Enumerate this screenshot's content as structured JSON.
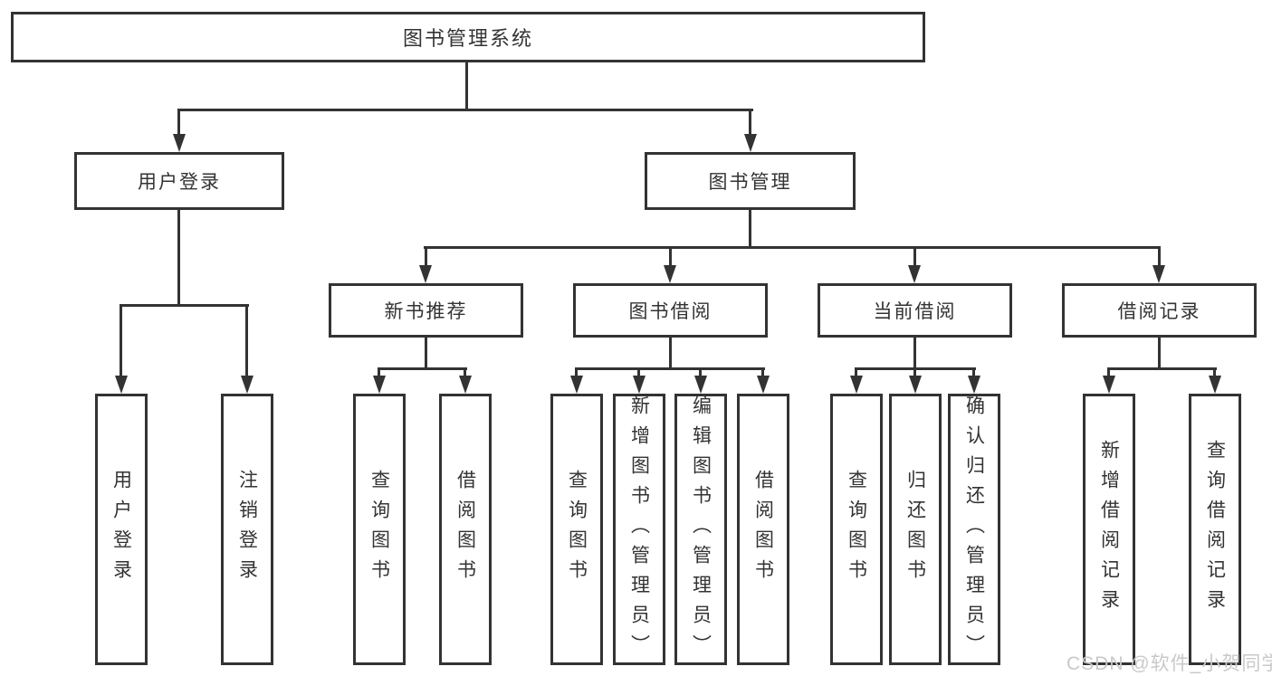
{
  "title": {
    "label": "图书管理系统"
  },
  "nodes": {
    "user_login": "用户登录",
    "book_mgmt": "图书管理",
    "new_book_rec": "新书推荐",
    "book_borrow": "图书借阅",
    "current_borrow": "当前借阅",
    "borrow_records": "借阅记录"
  },
  "leaves": {
    "login": [
      "用户登录",
      "注销登录"
    ],
    "new_book": [
      "查询图书",
      "借阅图书"
    ],
    "borrow": [
      "查询图书",
      "新增图书（管理员）",
      "编辑图书（管理员）",
      "借阅图书"
    ],
    "current": [
      "查询图书",
      "归还图书",
      "确认归还（管理员）"
    ],
    "records": [
      "新增借阅记录",
      "查询借阅记录"
    ]
  },
  "watermark": {
    "text": "CSDN @软件_小贺同学"
  },
  "colors": {
    "line": "#333333",
    "text": "#333333",
    "watermark": "#c9c9c9",
    "background": "#ffffff"
  }
}
